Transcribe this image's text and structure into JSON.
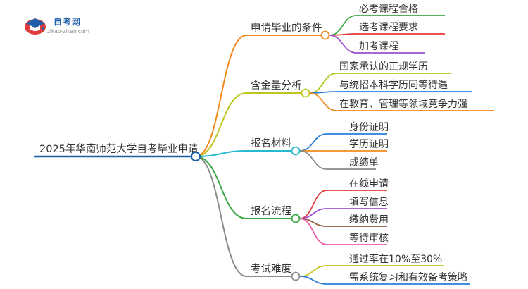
{
  "logo": {
    "name": "自考网",
    "url": "zikao-zikao.com"
  },
  "root": {
    "label": "2025年华南师范大学自考毕业申请"
  },
  "branches": [
    {
      "label": "申请毕业的条件",
      "color": "#f28a1c",
      "leaves": [
        {
          "label": "必考课程合格",
          "color": "#3aa845"
        },
        {
          "label": "选考课程要求",
          "color": "#e5393a"
        },
        {
          "label": "加考课程",
          "color": "#9b4fd0"
        }
      ]
    },
    {
      "label": "含金量分析",
      "color": "#bfc51f",
      "leaves": [
        {
          "label": "国家承认的正规学历",
          "color": "#b1c51d"
        },
        {
          "label": "与统招本科学历同等待遇",
          "color": "#2a7fd6"
        },
        {
          "label": "在教育、管理等领域竞争力强",
          "color": "#f28a1c"
        }
      ]
    },
    {
      "label": "报名材料",
      "color": "#27b9d0",
      "leaves": [
        {
          "label": "身份证明",
          "color": "#2a7fd6"
        },
        {
          "label": "学历证明",
          "color": "#f28a1c"
        },
        {
          "label": "成绩单",
          "color": "#8a8a8a"
        }
      ]
    },
    {
      "label": "报名流程",
      "color": "#3aa845",
      "leaves": [
        {
          "label": "在线申请",
          "color": "#e5393a"
        },
        {
          "label": "填写信息",
          "color": "#9b4fd0"
        },
        {
          "label": "缴纳费用",
          "color": "#8b5a3c"
        },
        {
          "label": "等待审核",
          "color": "#f05aa5"
        }
      ]
    },
    {
      "label": "考试难度",
      "color": "#8a8a8a",
      "leaves": [
        {
          "label": "通过率在10%至30%",
          "color": "#c5c51f"
        },
        {
          "label": "需系统复习和有效备考策略",
          "color": "#2a7fd6"
        }
      ]
    }
  ]
}
